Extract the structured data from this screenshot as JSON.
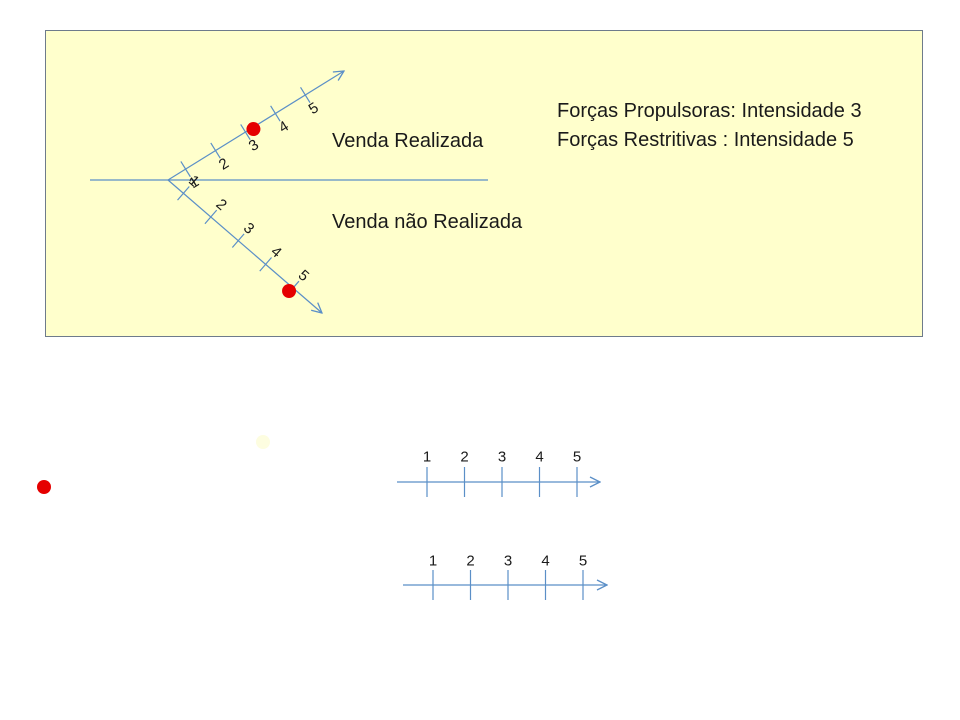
{
  "colors": {
    "panel_fill": "#ffffcc",
    "panel_border": "#6e7b8b",
    "axis": "#5b8fc7",
    "marker_red": "#e50000",
    "marker_pale": "#fdfde0"
  },
  "diagram": {
    "upper_branch_label": "Venda Realizada",
    "lower_branch_label": "Venda não Realizada",
    "legend_line_1": "Forças Propulsoras: Intensidade 3",
    "legend_line_2": "Forças Restritivas : Intensidade 5",
    "upper_scale": [
      "1",
      "2",
      "3",
      "4",
      "5"
    ],
    "lower_scale": [
      "1",
      "2",
      "3",
      "4",
      "5"
    ],
    "upper_marker_value": 3,
    "lower_marker_value": 5
  },
  "scales": [
    {
      "ticks": [
        "1",
        "2",
        "3",
        "4",
        "5"
      ]
    },
    {
      "ticks": [
        "1",
        "2",
        "3",
        "4",
        "5"
      ]
    }
  ]
}
